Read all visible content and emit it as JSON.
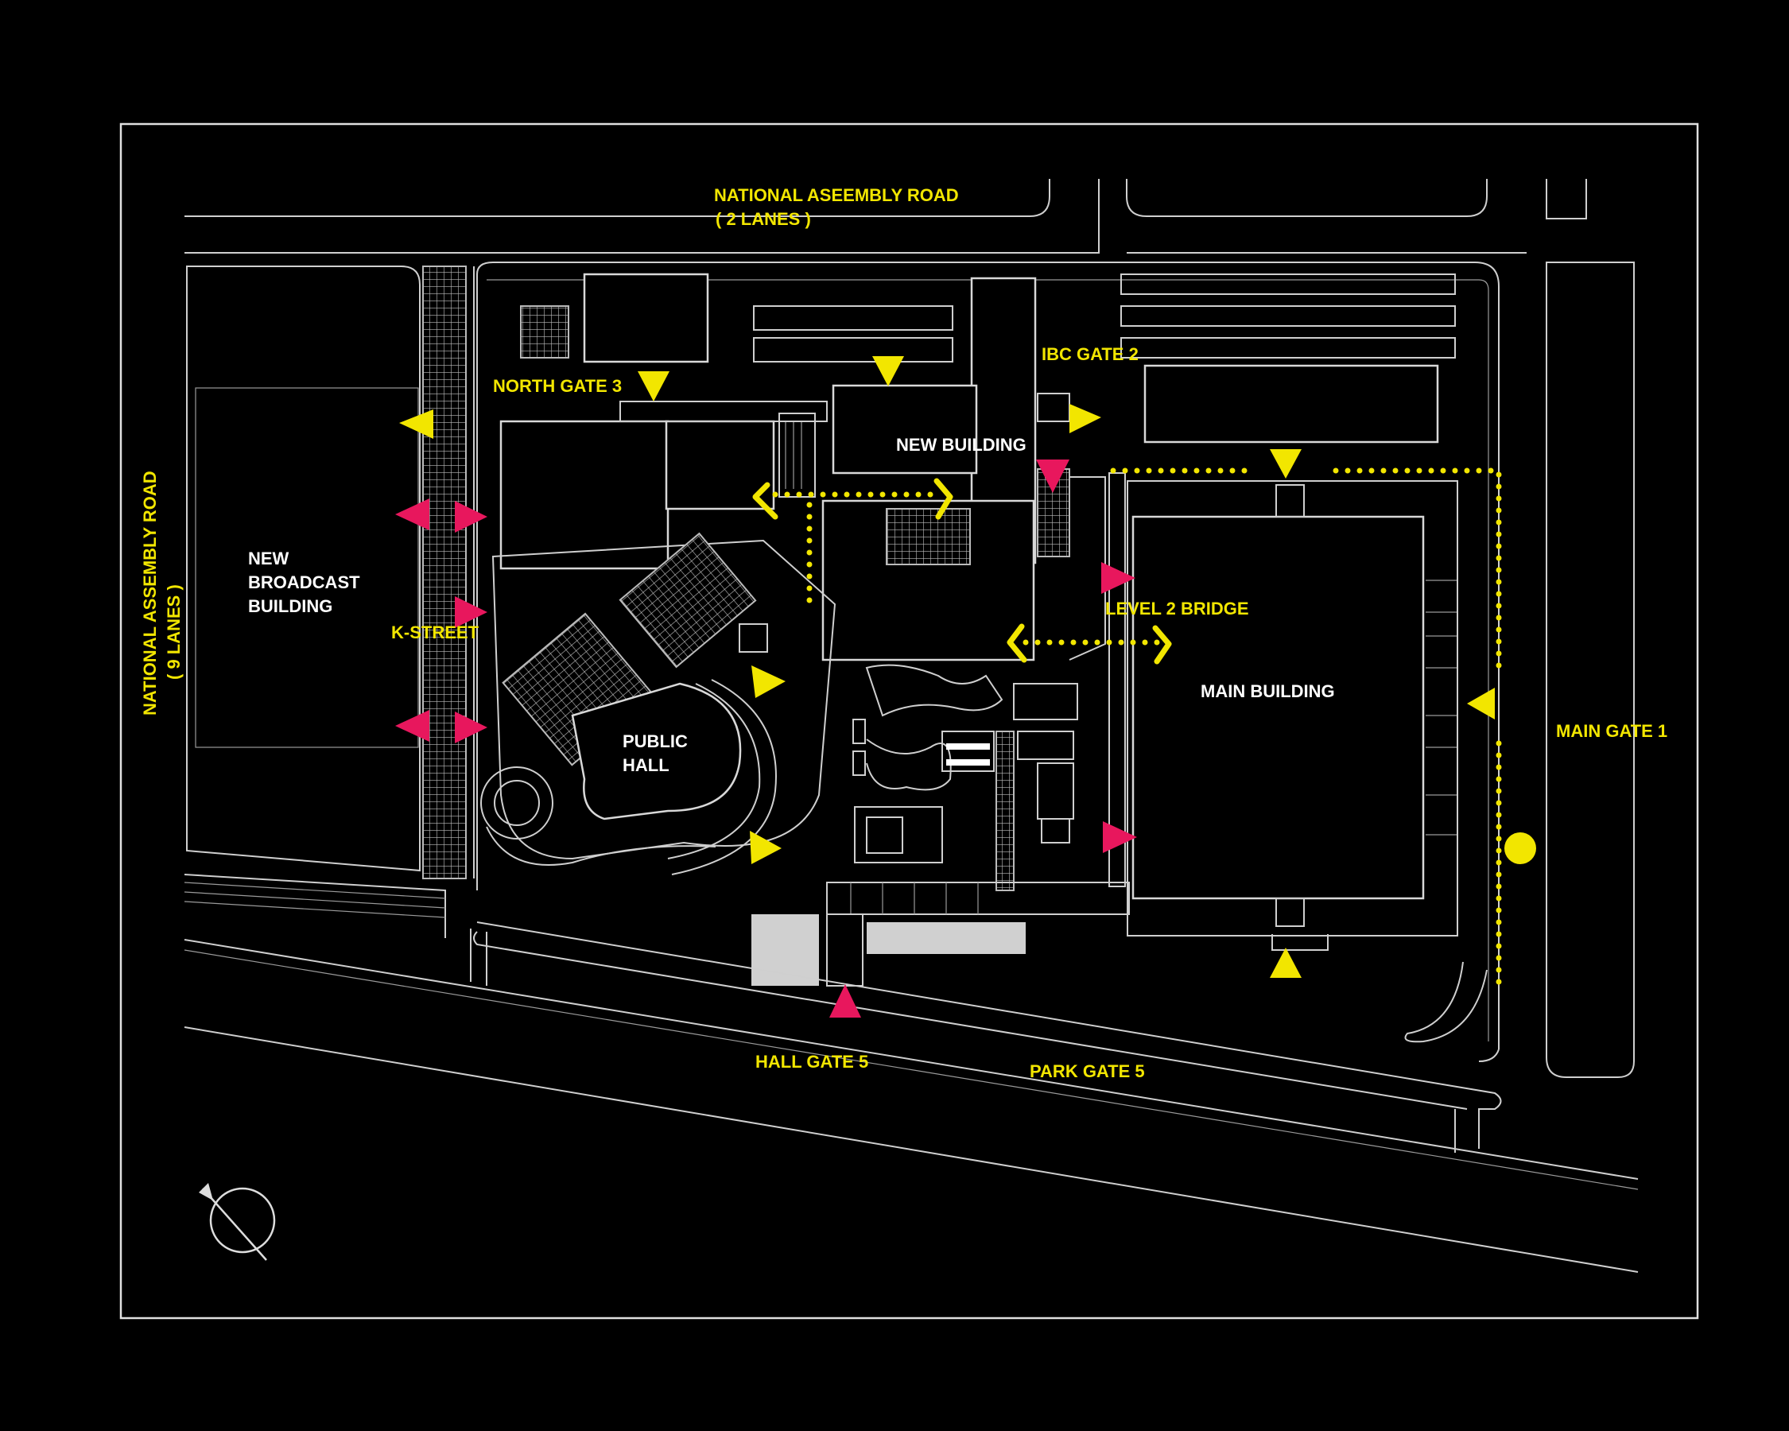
{
  "roads": {
    "north_road": "NATIONAL ASEEMBLY ROAD",
    "north_lanes": "( 2 LANES )",
    "west_road": "NATIONAL ASSEMBLY ROAD",
    "west_lanes": "( 9 LANES )",
    "k_street": "K-STREET"
  },
  "gates": {
    "north_gate": "NORTH GATE 3",
    "ibc_gate": "IBC GATE 2",
    "level2_bridge": "LEVEL 2 BRIDGE",
    "main_gate": "MAIN GATE 1",
    "hall_gate": "HALL GATE 5",
    "park_gate": "PARK GATE 5"
  },
  "buildings": {
    "broadcast_line1": "NEW",
    "broadcast_line2": "BROADCAST",
    "broadcast_line3": "BUILDING",
    "new_building": "NEW BUILDING",
    "main_building": "MAIN BUILDING",
    "public_hall_line1": "PUBLIC",
    "public_hall_line2": "HALL"
  },
  "colors": {
    "background": "#000000",
    "linework": "#cfcfcf",
    "yellow": "#f2e600",
    "magenta": "#e8175d"
  },
  "icons": [
    "entry-arrow-icon",
    "exit-arrow-icon",
    "walkway-dots",
    "north-compass-icon",
    "main-gate-marker-icon"
  ]
}
